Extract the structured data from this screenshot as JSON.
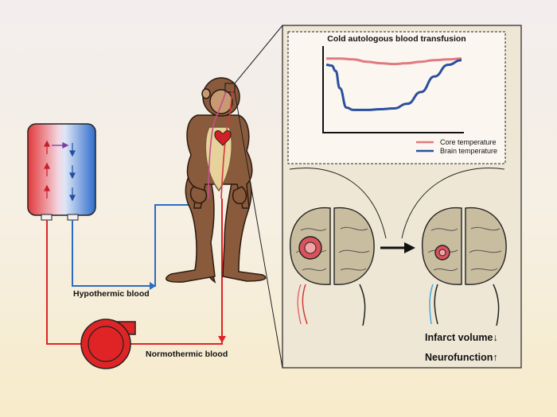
{
  "labels": {
    "hypothermic": "Hypothermic blood",
    "normothermic": "Normothermic blood",
    "infarct_volume": "Infarct volume",
    "neurofunction": "Neurofunction",
    "infarct_arrow": "↓",
    "neuro_arrow": "↑"
  },
  "chart_data": {
    "type": "line",
    "title": "Cold autologous blood transfusion",
    "xlabel": "",
    "ylabel": "",
    "series": [
      {
        "name": "Core temperature",
        "color": "#e07a80",
        "x": [
          0,
          1,
          2,
          3,
          4,
          5,
          6,
          7,
          8,
          9,
          10
        ],
        "y": [
          0.88,
          0.88,
          0.87,
          0.84,
          0.82,
          0.81,
          0.82,
          0.84,
          0.86,
          0.87,
          0.88
        ]
      },
      {
        "name": "Brain temperature",
        "color": "#2b4f9e",
        "x": [
          0,
          0.4,
          0.7,
          1,
          1.5,
          2,
          3,
          4,
          5,
          6,
          7,
          8,
          9,
          10
        ],
        "y": [
          0.8,
          0.79,
          0.72,
          0.5,
          0.25,
          0.22,
          0.22,
          0.23,
          0.24,
          0.3,
          0.45,
          0.65,
          0.8,
          0.86
        ]
      }
    ],
    "xlim": [
      0,
      10
    ],
    "ylim": [
      0,
      1
    ],
    "legend": "bottom-right",
    "grid": false
  },
  "colors": {
    "warm": "#e02426",
    "cold": "#2c6cc4",
    "fur": "#8a5a3c",
    "brain": "#c9bd9f",
    "infarct": "#d9535b"
  }
}
